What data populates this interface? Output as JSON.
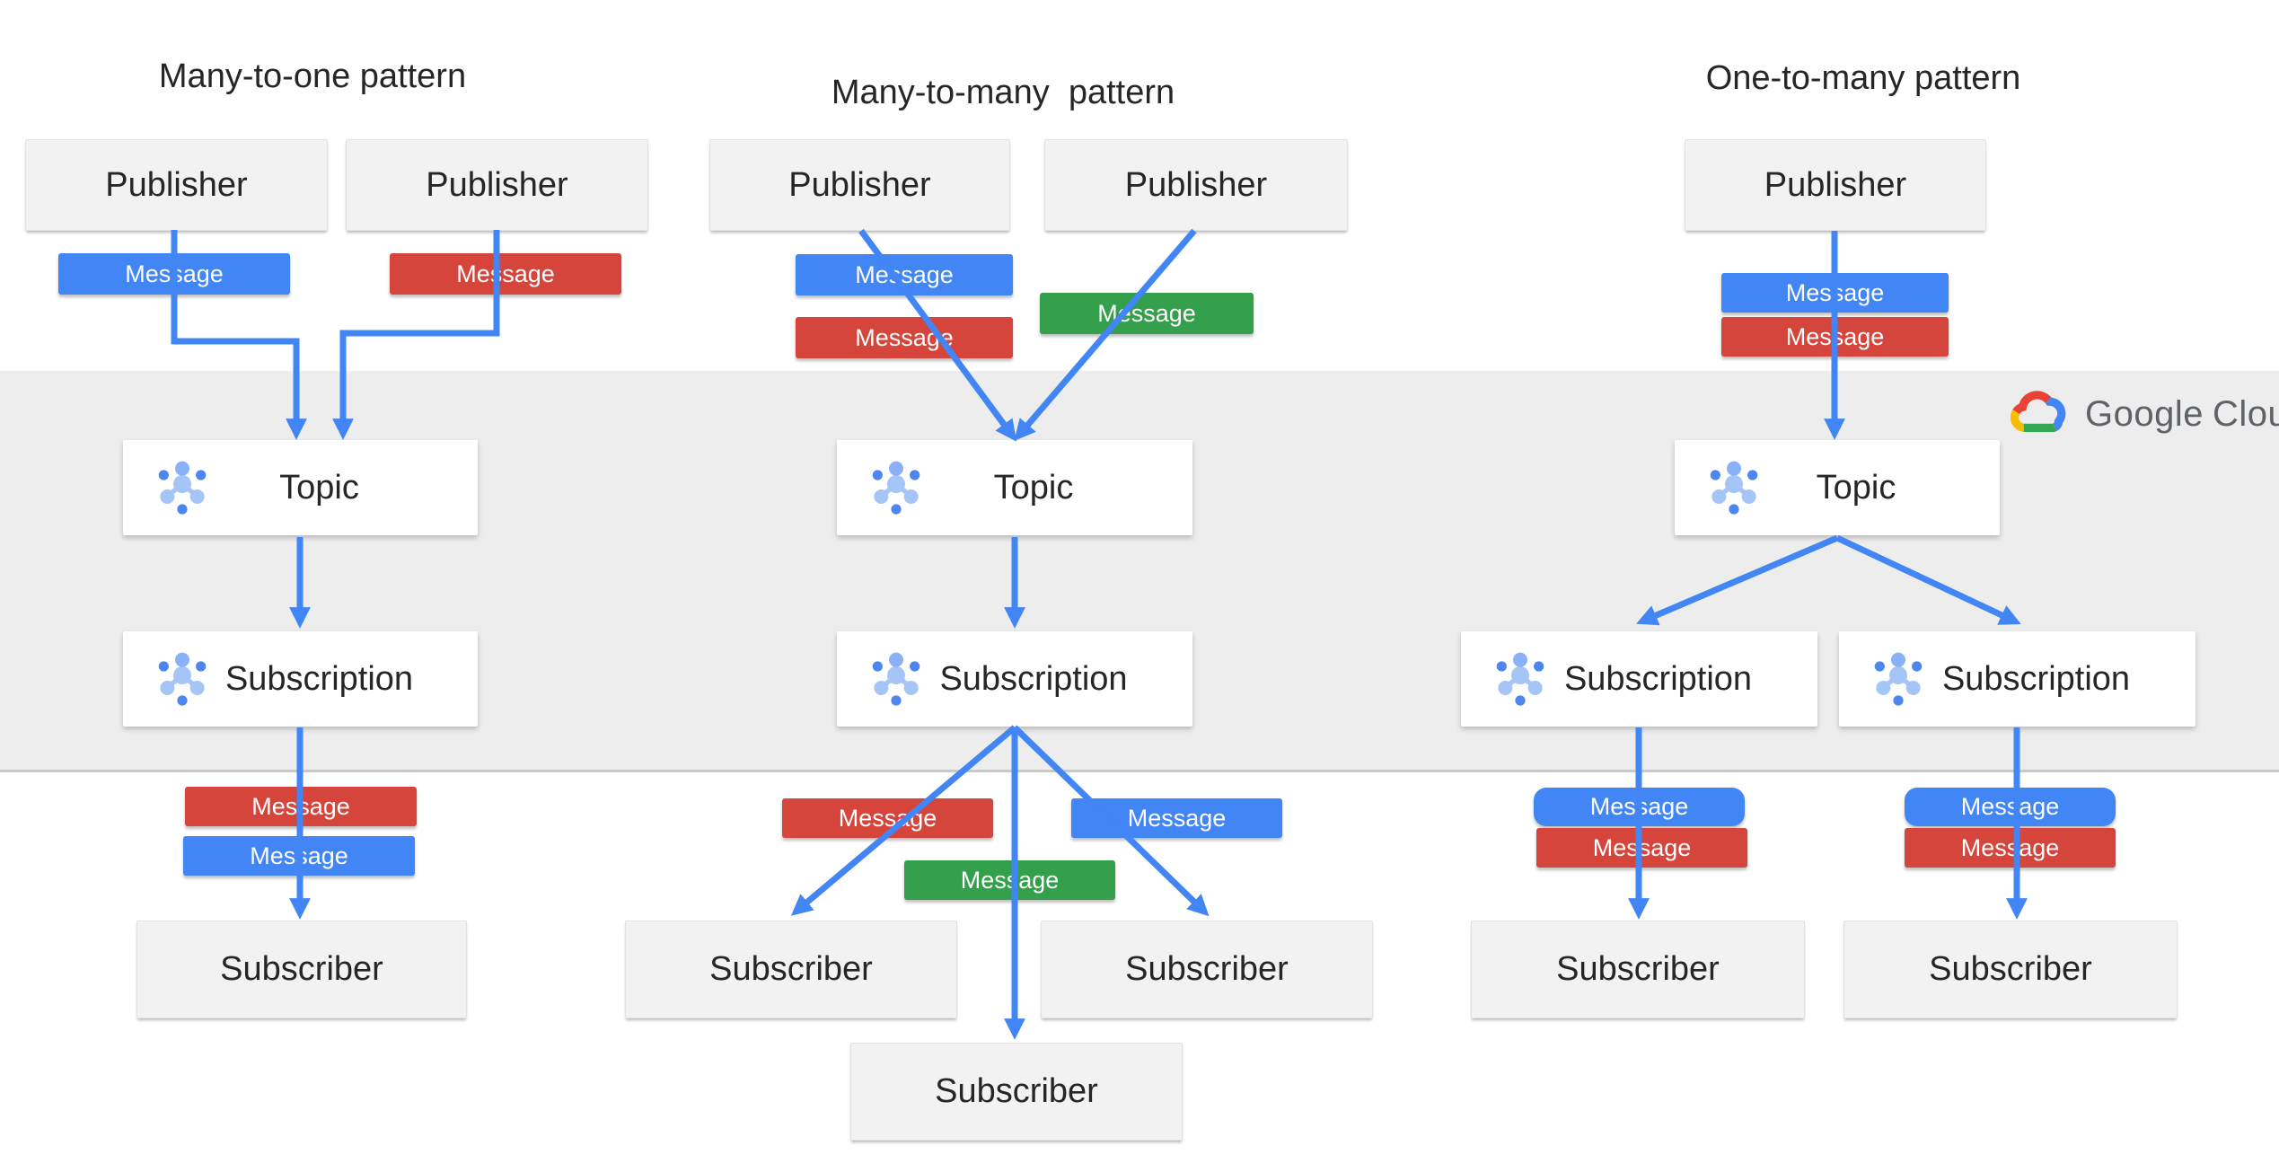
{
  "patterns": {
    "many_to_one": {
      "title": "Many-to-one pattern",
      "publishers": [
        "Publisher",
        "Publisher"
      ],
      "publisher_messages": [
        "blue",
        "red"
      ],
      "topic": "Topic",
      "subscriptions": [
        "Subscription"
      ],
      "delivered_messages": [
        "red",
        "blue"
      ],
      "subscribers": [
        "Subscriber"
      ]
    },
    "many_to_many": {
      "title": "Many-to-many  pattern",
      "publishers": [
        "Publisher",
        "Publisher"
      ],
      "publisher_messages": [
        "blue",
        "red",
        "green"
      ],
      "topic": "Topic",
      "subscriptions": [
        "Subscription"
      ],
      "delivered_messages": [
        "red",
        "green",
        "blue"
      ],
      "subscribers": [
        "Subscriber",
        "Subscriber",
        "Subscriber"
      ]
    },
    "one_to_many": {
      "title": "One-to-many pattern",
      "publishers": [
        "Publisher"
      ],
      "publisher_messages": [
        "blue",
        "red"
      ],
      "topic": "Topic",
      "subscriptions": [
        "Subscription",
        "Subscription"
      ],
      "delivered_messages": [
        "blue",
        "red",
        "blue",
        "red"
      ],
      "subscribers": [
        "Subscriber",
        "Subscriber"
      ]
    }
  },
  "labels": {
    "message": "Message"
  },
  "brand": {
    "google": "Google",
    "cloud": "Cloud"
  },
  "icons": {
    "pubsub": "hub-and-spoke-pubsub-icon",
    "cloud_logo": "google-cloud-logo"
  },
  "colors": {
    "message-blue": "#4285f4",
    "message-red": "#d6453b",
    "message-green": "#34a04c",
    "arrow-blue": "#4285f4",
    "band-gray": "#ededed",
    "band-border": "#c9c9c9",
    "node-fill": "#f2f2f2",
    "node-border": "#e2e2e2",
    "text-dark": "#262626",
    "logo-gray": "#5f6368",
    "icon-light-blue": "#a6c5f7",
    "icon-mid-blue": "#8ab1f7",
    "icon-dark-blue": "#4e86f0",
    "logo-red": "#ea4335",
    "logo-yellow": "#fbbc05",
    "logo-green": "#34a853",
    "logo-blue": "#4285f4"
  }
}
